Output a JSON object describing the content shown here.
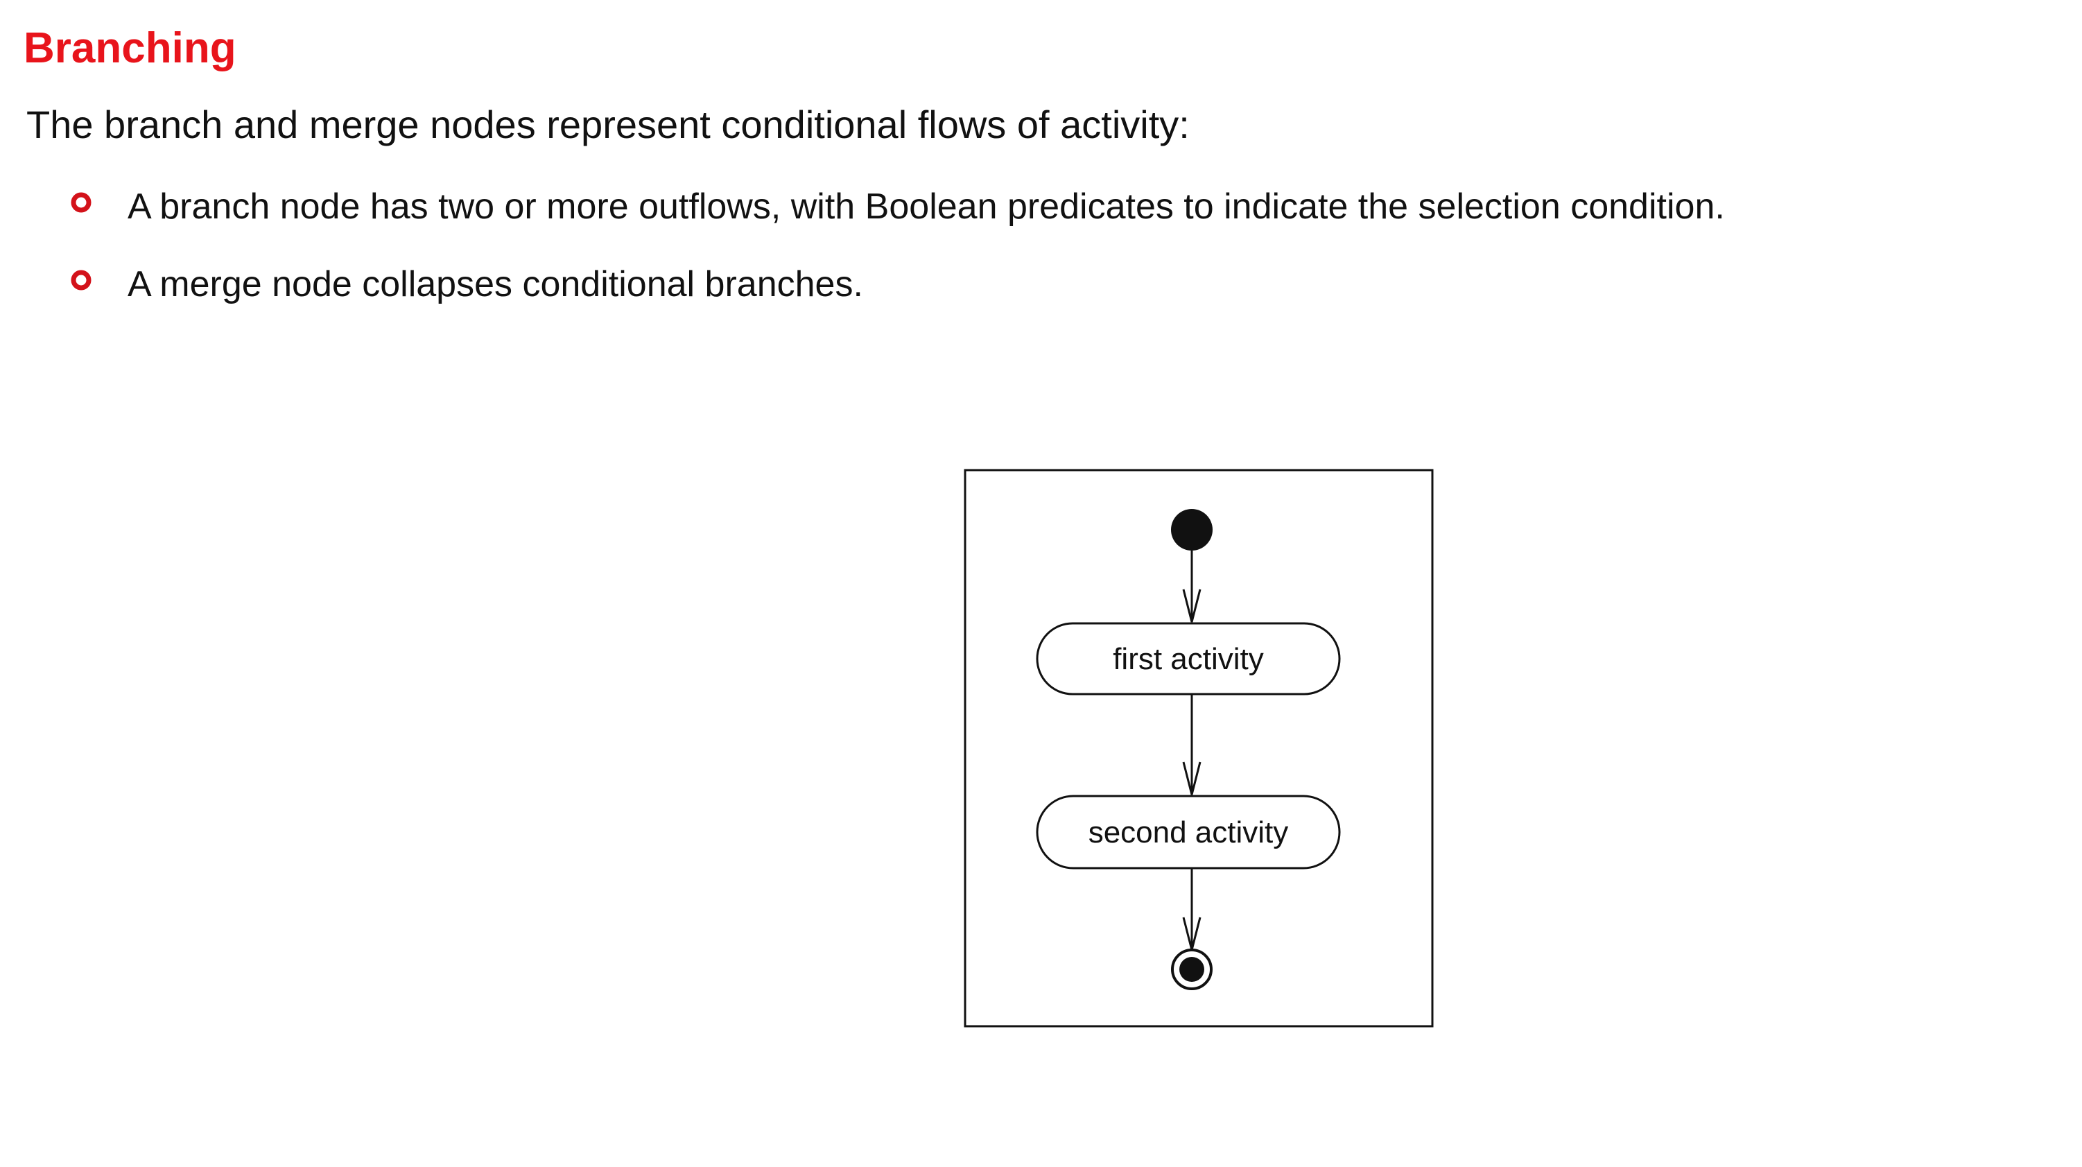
{
  "slide": {
    "title": "Branching",
    "intro": "The branch and merge nodes represent conditional flows of activity:",
    "bullets": [
      {
        "text": "A branch node has two or more outflows, with Boolean predicates to indicate the selection condition.",
        "marker_icon": "hollow-circle-bullet-icon"
      },
      {
        "text": "A merge node collapses conditional branches.",
        "marker_icon": "hollow-circle-bullet-icon"
      }
    ]
  },
  "diagram": {
    "type": "uml-activity",
    "nodes": [
      {
        "id": "start",
        "kind": "initial-node"
      },
      {
        "id": "first",
        "kind": "activity",
        "label": "first activity"
      },
      {
        "id": "second",
        "kind": "activity",
        "label": "second activity"
      },
      {
        "id": "end",
        "kind": "final-node"
      }
    ],
    "edges": [
      {
        "from": "start",
        "to": "first"
      },
      {
        "from": "first",
        "to": "second"
      },
      {
        "from": "second",
        "to": "end"
      }
    ]
  },
  "colors": {
    "title": "#e8141b",
    "text": "#111111",
    "bullet_ring": "#d3121a",
    "diagram_stroke": "#111111"
  }
}
